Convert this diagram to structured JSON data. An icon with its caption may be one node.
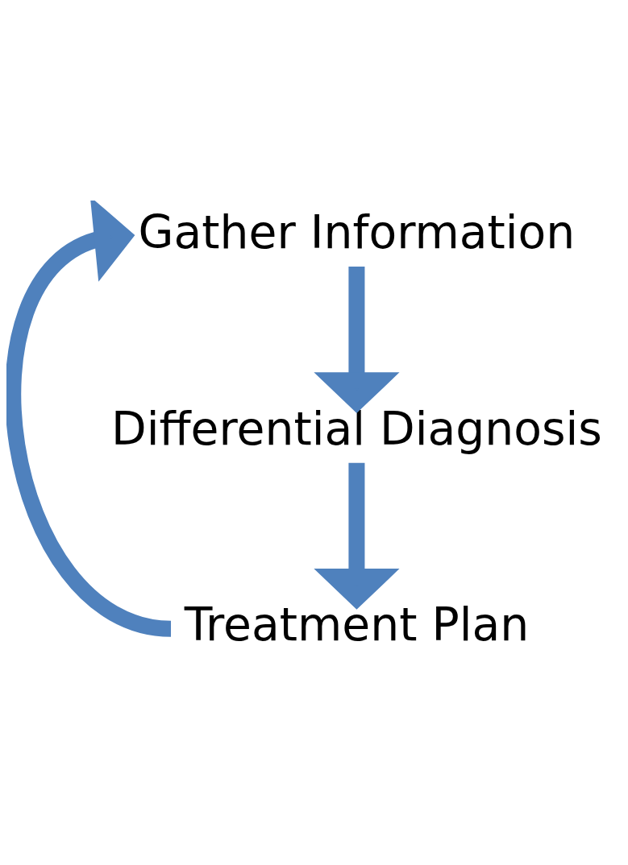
{
  "diagram": {
    "nodes": [
      {
        "text": [
          "Gather Information"
        ]
      },
      {
        "text": [
          "Differential Diagnosis"
        ]
      },
      {
        "text": [
          "Treatment Plan"
        ]
      }
    ],
    "edges": [
      {
        "from": 0,
        "to": 1,
        "arrow": "to"
      },
      {
        "from": 1,
        "to": 2,
        "arrow": "to"
      },
      {
        "from": 2,
        "to": 0,
        "arrow": "to"
      }
    ]
  }
}
